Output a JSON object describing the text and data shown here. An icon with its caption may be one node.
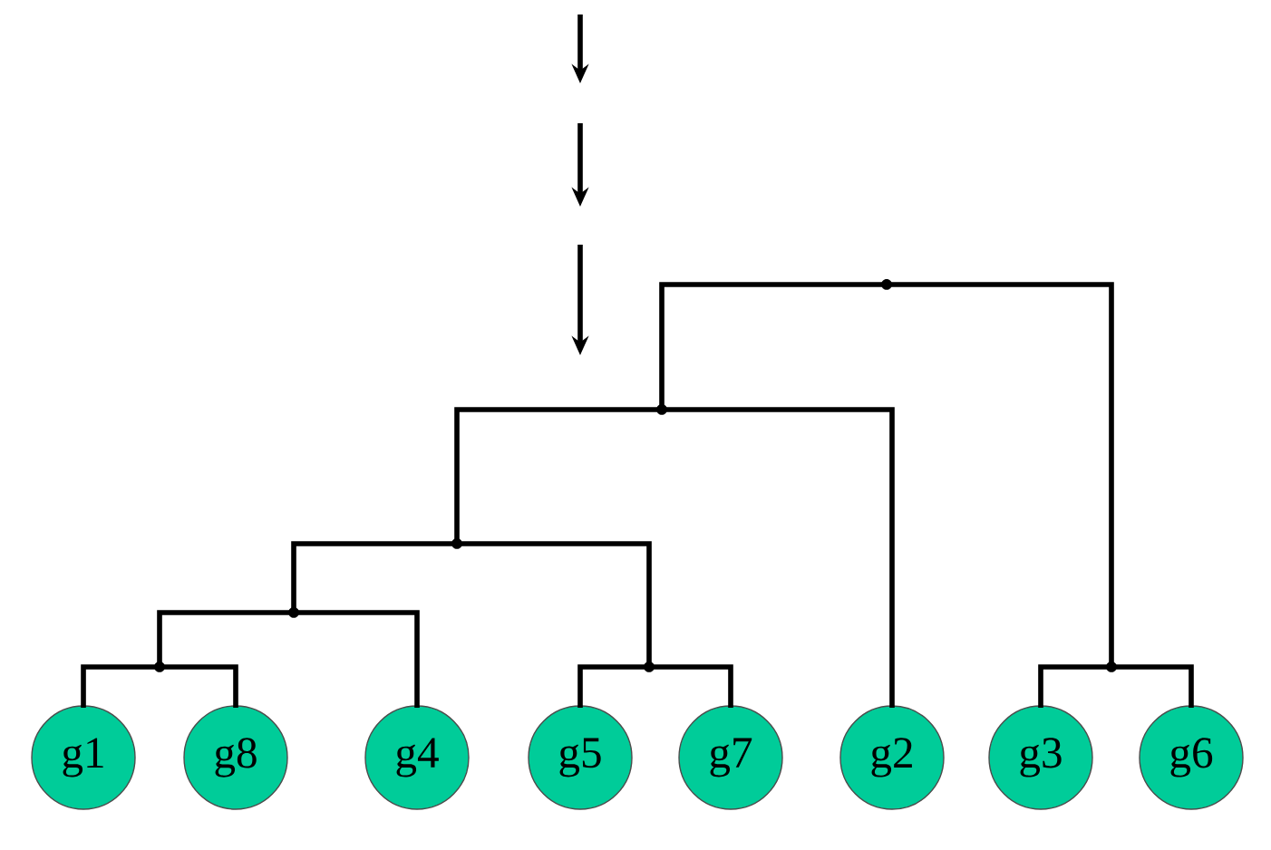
{
  "diagram": {
    "nodes": [
      {
        "text": [
          "g1"
        ]
      },
      {
        "text": [
          "g8"
        ]
      },
      {
        "text": [
          "g4"
        ]
      },
      {
        "text": [
          "g5"
        ]
      },
      {
        "text": [
          "g7"
        ]
      },
      {
        "text": [
          "g2"
        ]
      },
      {
        "text": [
          "g3"
        ]
      },
      {
        "text": [
          "g6"
        ]
      },
      {
        "text": [],
        "shape": "junction"
      },
      {
        "text": [],
        "shape": "junction"
      },
      {
        "text": [],
        "shape": "junction"
      },
      {
        "text": [],
        "shape": "junction"
      },
      {
        "text": [],
        "shape": "junction"
      },
      {
        "text": [],
        "shape": "junction"
      },
      {
        "text": [],
        "shape": "junction"
      }
    ],
    "edges": [
      {
        "from": 8,
        "to": 0,
        "arrow": "none"
      },
      {
        "from": 8,
        "to": 1,
        "arrow": "none"
      },
      {
        "from": 9,
        "to": 8,
        "arrow": "none"
      },
      {
        "from": 9,
        "to": 2,
        "arrow": "none"
      },
      {
        "from": 10,
        "to": 3,
        "arrow": "none"
      },
      {
        "from": 10,
        "to": 4,
        "arrow": "none"
      },
      {
        "from": 11,
        "to": 9,
        "arrow": "none"
      },
      {
        "from": 11,
        "to": 10,
        "arrow": "none"
      },
      {
        "from": 12,
        "to": 11,
        "arrow": "none"
      },
      {
        "from": 12,
        "to": 5,
        "arrow": "none"
      },
      {
        "from": 13,
        "to": 6,
        "arrow": "none"
      },
      {
        "from": 13,
        "to": 7,
        "arrow": "none"
      },
      {
        "from": 14,
        "to": 12,
        "arrow": "none"
      },
      {
        "from": 14,
        "to": 13,
        "arrow": "none"
      }
    ]
  }
}
